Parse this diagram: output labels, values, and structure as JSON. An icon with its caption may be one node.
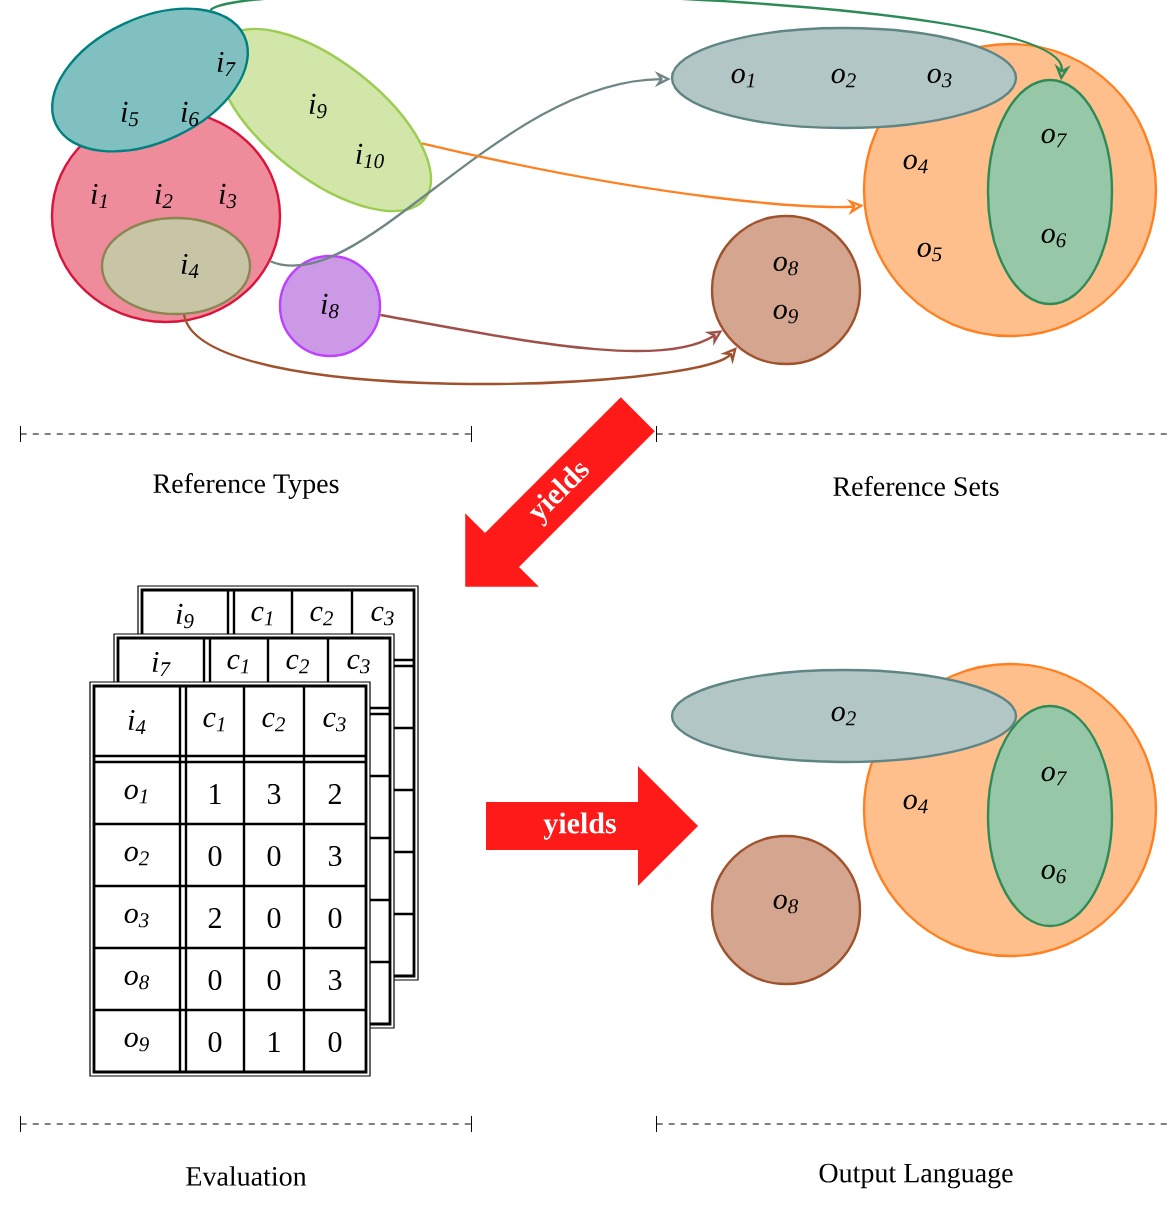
{
  "diagram": {
    "nodes": [
      {
        "text": [
          "i$_{7}$",
          "i$_{5}$",
          "i$_{6}$"
        ]
      },
      {
        "text": [
          "i$_{9}$",
          "i$_{10}$"
        ]
      },
      {
        "text": [
          "i$_{1}$",
          "i$_{2}$",
          "i$_{3}$"
        ]
      },
      {
        "text": [
          "i$_{4}$"
        ],
        "in": 2
      },
      {
        "text": [
          "i$_{8}$"
        ]
      },
      {
        "text": [
          "o$_{1}$",
          "o$_{2}$",
          "o$_{3}$"
        ]
      },
      {
        "text": [
          "o$_{4}$",
          "o$_{5}$"
        ]
      },
      {
        "text": [
          "o$_{7}$",
          "o$_{6}$"
        ],
        "in": 6
      },
      {
        "text": [
          "o$_{8}$",
          "o$_{9}$"
        ]
      },
      {
        "text": [
          "o$_{2}$"
        ]
      },
      {
        "text": [
          "o$_{4}$"
        ]
      },
      {
        "text": [
          "o$_{7}$",
          "o$_{6}$"
        ],
        "in": 10
      },
      {
        "text": [
          "o$_{8}$"
        ]
      }
    ],
    "edges": [
      {
        "from": 0,
        "to": 7,
        "arrow": "to",
        "color": "#2e8b57"
      },
      {
        "from": 2,
        "to": 5,
        "arrow": "to",
        "color": "#708585"
      },
      {
        "from": 1,
        "to": 6,
        "arrow": "to",
        "color": "#ff8020"
      },
      {
        "from": 4,
        "to": 8,
        "arrow": "to",
        "color": "#a0504a"
      },
      {
        "from": 3,
        "to": 8,
        "arrow": "to",
        "color": "#a0522d"
      }
    ],
    "labels": [
      "Reference Types",
      "yields",
      "Reference Sets",
      "i$_{9}$",
      "c$_{1}$",
      "c$_{2}$",
      "c$_{3}$",
      "i$_{7}$",
      "c$_{1}$",
      "c$_{2}$",
      "c$_{3}$",
      "i$_{4}$",
      "c$_{1}$",
      "c$_{2}$",
      "c$_{3}$",
      "o$_{1}$",
      "1",
      "3",
      "2",
      "o$_{2}$",
      "0",
      "0",
      "3",
      "o$_{3}$",
      "2",
      "0",
      "0",
      "o$_{8}$",
      "0",
      "0",
      "3",
      "o$_{9}$",
      "0",
      "1",
      "0",
      "yields",
      "Evaluation",
      "Output Language"
    ]
  }
}
